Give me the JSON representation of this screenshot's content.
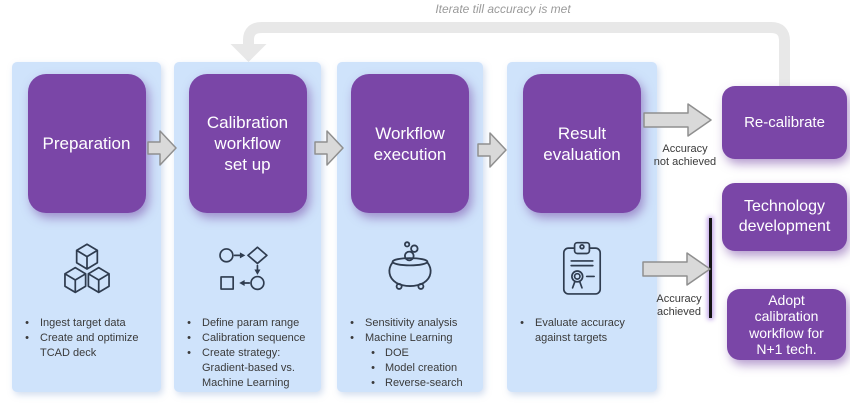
{
  "colors": {
    "stage_purple": "#7a46a7",
    "column_blue": "#cfe3fb",
    "arrow_gray_fill": "#d9d9d9",
    "arrow_gray_stroke": "#8f8f8f",
    "loop_gray": "#e8e8e8",
    "icon_stroke": "#2f3c4f",
    "connector_black": "#151515"
  },
  "iterate_label": "Iterate till accuracy is met",
  "stages": [
    {
      "title": "Preparation",
      "icon": "cubes-icon",
      "bullets": [
        {
          "text": "Ingest target data"
        },
        {
          "text": "Create and optimize\nTCAD deck"
        }
      ]
    },
    {
      "title": "Calibration\nworkflow\nset up",
      "icon": "flowchart-icon",
      "bullets": [
        {
          "text": "Define param range"
        },
        {
          "text": "Calibration sequence"
        },
        {
          "text": "Create strategy:\nGradient-based vs.\nMachine Learning"
        }
      ]
    },
    {
      "title": "Workflow\nexecution",
      "icon": "cauldron-icon",
      "bullets": [
        {
          "text": "Sensitivity analysis"
        },
        {
          "text": "Machine Learning",
          "sub": [
            "DOE",
            "Model creation",
            "Reverse-search"
          ]
        }
      ]
    },
    {
      "title": "Result\nevaluation",
      "icon": "certificate-icon",
      "bullets": [
        {
          "text": "Evaluate accuracy\nagainst targets"
        }
      ]
    }
  ],
  "outcomes": {
    "not_achieved": {
      "label": "Accuracy\nnot achieved",
      "box": "Re-calibrate"
    },
    "achieved": {
      "label": "Accuracy\nachieved",
      "boxes": [
        "Technology\ndevelopment",
        "Adopt\ncalibration\nworkflow for\nN+1 tech."
      ]
    }
  }
}
